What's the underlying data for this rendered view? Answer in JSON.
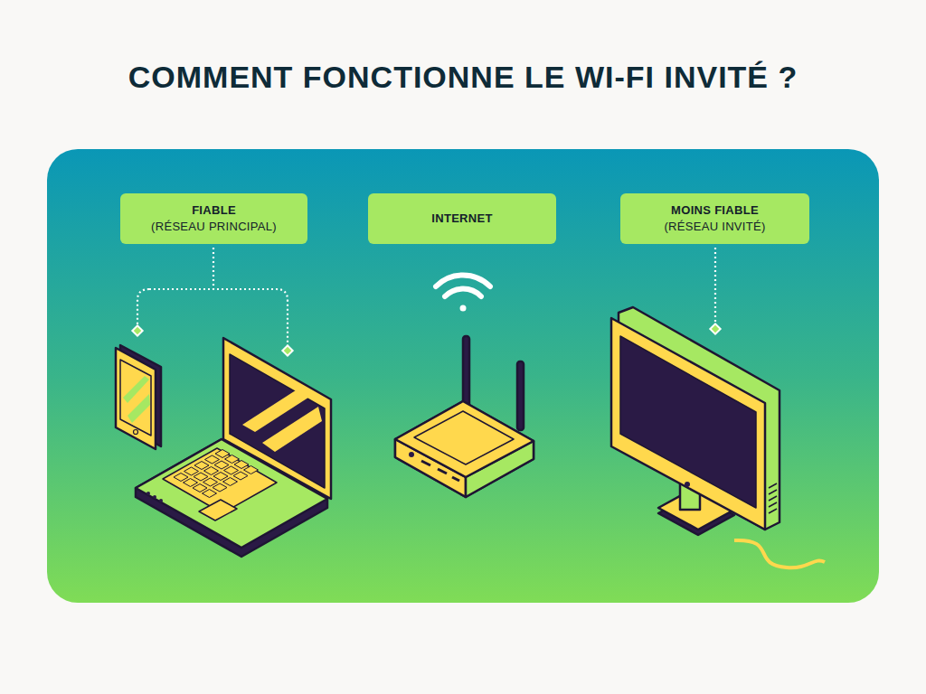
{
  "diagram": {
    "title": "COMMENT FONCTIONNE LE WI-FI INVITÉ ?",
    "nodes": [
      {
        "text": [
          "FIABLE",
          "(RÉSEAU PRINCIPAL)"
        ]
      },
      {
        "text": [
          "INTERNET"
        ]
      },
      {
        "text": [
          "MOINS FIABLE",
          "(RÉSEAU INVITÉ)"
        ]
      }
    ]
  }
}
